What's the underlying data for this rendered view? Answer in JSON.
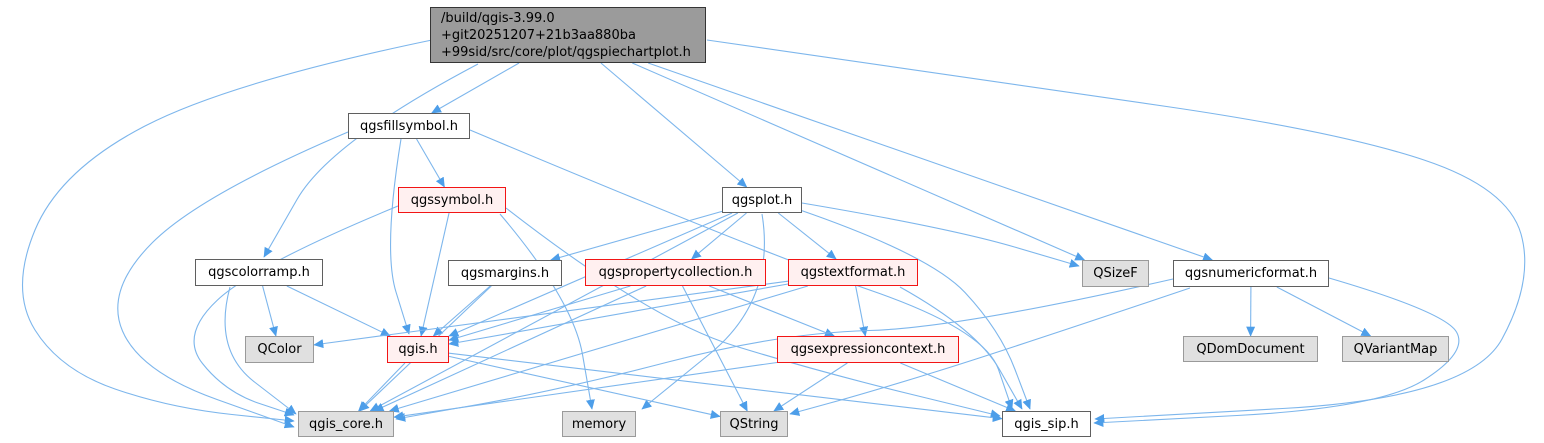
{
  "graph": {
    "description": "include-dependency-graph",
    "colors": {
      "edge": "#7db6ec",
      "arrow": "#4d9ee9",
      "node_border": "#5f5f5f",
      "system_bg": "#e0e0e0",
      "system_border": "#9a9a9a",
      "truncated_border": "#f21515",
      "truncated_bg": "#fff0f0",
      "root_bg": "#9b9b9b"
    },
    "root_label_lines": [
      "/build/qgis-3.99.0",
      "+git20251207+21b3aa880ba",
      "+99sid/src/core/plot/qgspiechartplot.h"
    ],
    "nodes": [
      {
        "id": "piechartplot",
        "label": "",
        "style": "root",
        "interactable": false
      },
      {
        "id": "fillsymbol",
        "label": "qgsfillsymbol.h",
        "style": "header",
        "interactable": true
      },
      {
        "id": "symbol",
        "label": "qgssymbol.h",
        "style": "truncated",
        "interactable": true
      },
      {
        "id": "plot",
        "label": "qgsplot.h",
        "style": "header",
        "interactable": true
      },
      {
        "id": "colorramp",
        "label": "qgscolorramp.h",
        "style": "header",
        "interactable": true
      },
      {
        "id": "margins",
        "label": "qgsmargins.h",
        "style": "header",
        "interactable": true
      },
      {
        "id": "propcoll",
        "label": "qgspropertycollection.h",
        "style": "truncated",
        "interactable": true
      },
      {
        "id": "textformat",
        "label": "qgstextformat.h",
        "style": "truncated",
        "interactable": true
      },
      {
        "id": "qsizef",
        "label": "QSizeF",
        "style": "system",
        "interactable": false
      },
      {
        "id": "numericformat",
        "label": "qgsnumericformat.h",
        "style": "header",
        "interactable": true
      },
      {
        "id": "qcolor",
        "label": "QColor",
        "style": "system",
        "interactable": false
      },
      {
        "id": "qgis",
        "label": "qgis.h",
        "style": "truncated",
        "interactable": true
      },
      {
        "id": "exprcontext",
        "label": "qgsexpressioncontext.h",
        "style": "truncated",
        "interactable": true
      },
      {
        "id": "qdomdocument",
        "label": "QDomDocument",
        "style": "system",
        "interactable": false
      },
      {
        "id": "qvariantmap",
        "label": "QVariantMap",
        "style": "system",
        "interactable": false
      },
      {
        "id": "core",
        "label": "qgis_core.h",
        "style": "system",
        "interactable": false
      },
      {
        "id": "memory",
        "label": "memory",
        "style": "system",
        "interactable": false
      },
      {
        "id": "qstring",
        "label": "QString",
        "style": "system",
        "interactable": false
      },
      {
        "id": "sip",
        "label": "qgis_sip.h",
        "style": "header",
        "interactable": true
      }
    ],
    "edges": [
      {
        "from": "piechartplot",
        "to": "fillsymbol"
      },
      {
        "from": "piechartplot",
        "to": "plot"
      },
      {
        "from": "piechartplot",
        "to": "colorramp"
      },
      {
        "from": "piechartplot",
        "to": "qsizef"
      },
      {
        "from": "piechartplot",
        "to": "numericformat"
      },
      {
        "from": "piechartplot",
        "to": "core"
      },
      {
        "from": "piechartplot",
        "to": "sip"
      },
      {
        "from": "fillsymbol",
        "to": "symbol"
      },
      {
        "from": "fillsymbol",
        "to": "qgis"
      },
      {
        "from": "fillsymbol",
        "to": "core"
      },
      {
        "from": "fillsymbol",
        "to": "sip"
      },
      {
        "from": "symbol",
        "to": "qgis"
      },
      {
        "from": "symbol",
        "to": "core"
      },
      {
        "from": "symbol",
        "to": "sip"
      },
      {
        "from": "symbol",
        "to": "memory"
      },
      {
        "from": "plot",
        "to": "margins"
      },
      {
        "from": "plot",
        "to": "propcoll"
      },
      {
        "from": "plot",
        "to": "textformat"
      },
      {
        "from": "plot",
        "to": "qsizef"
      },
      {
        "from": "plot",
        "to": "qgis"
      },
      {
        "from": "plot",
        "to": "core"
      },
      {
        "from": "plot",
        "to": "sip"
      },
      {
        "from": "plot",
        "to": "memory"
      },
      {
        "from": "colorramp",
        "to": "qcolor"
      },
      {
        "from": "colorramp",
        "to": "qgis"
      },
      {
        "from": "colorramp",
        "to": "core"
      },
      {
        "from": "margins",
        "to": "qgis"
      },
      {
        "from": "margins",
        "to": "core"
      },
      {
        "from": "propcoll",
        "to": "qgis"
      },
      {
        "from": "propcoll",
        "to": "exprcontext"
      },
      {
        "from": "propcoll",
        "to": "core"
      },
      {
        "from": "propcoll",
        "to": "qstring"
      },
      {
        "from": "textformat",
        "to": "qcolor"
      },
      {
        "from": "textformat",
        "to": "qgis"
      },
      {
        "from": "textformat",
        "to": "exprcontext"
      },
      {
        "from": "textformat",
        "to": "core"
      },
      {
        "from": "textformat",
        "to": "sip"
      },
      {
        "from": "numericformat",
        "to": "qdomdocument"
      },
      {
        "from": "numericformat",
        "to": "qvariantmap"
      },
      {
        "from": "numericformat",
        "to": "core"
      },
      {
        "from": "numericformat",
        "to": "sip"
      },
      {
        "from": "numericformat",
        "to": "qstring"
      },
      {
        "from": "qgis",
        "to": "core"
      },
      {
        "from": "qgis",
        "to": "sip"
      },
      {
        "from": "qgis",
        "to": "qstring"
      },
      {
        "from": "exprcontext",
        "to": "core"
      },
      {
        "from": "exprcontext",
        "to": "sip"
      },
      {
        "from": "exprcontext",
        "to": "qstring"
      }
    ]
  }
}
